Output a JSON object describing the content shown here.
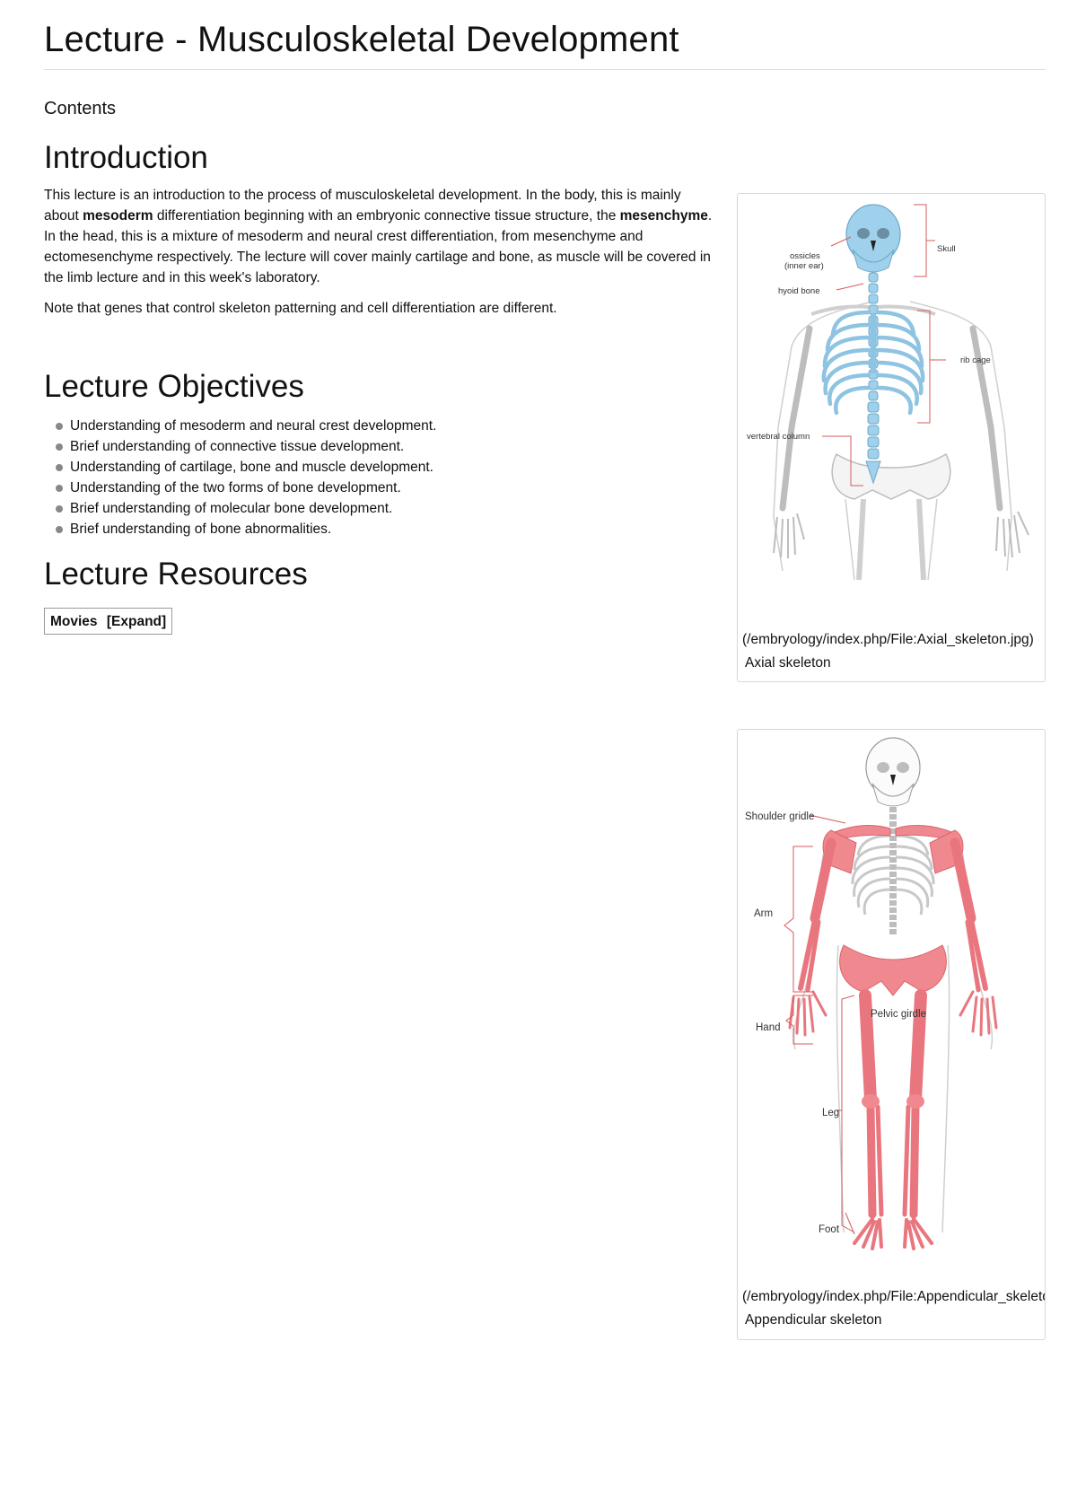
{
  "page": {
    "title": "Lecture - Musculoskeletal Development",
    "contents_label": "Contents"
  },
  "introduction": {
    "heading": "Introduction",
    "p1": {
      "t1": "This lecture is an introduction to the process of musculoskeletal development. In the body, this is mainly about ",
      "b1": "mesoderm",
      "t2": " differentiation beginning with an embryonic connective tissue structure, the ",
      "b2": "mesenchyme",
      "t3": ". In the head, this is a mixture of mesoderm and neural crest differentiation, from mesenchyme and ectomesenchyme respectively. The lecture will cover mainly cartilage and bone, as muscle will be covered in the limb lecture and in this week's laboratory."
    },
    "p2": "Note that genes that control skeleton patterning and cell differentiation are different."
  },
  "objectives": {
    "heading": "Lecture Objectives",
    "items": [
      "Understanding of mesoderm and neural crest development.",
      "Brief understanding of connective tissue development.",
      "Understanding of cartilage, bone and muscle development.",
      "Understanding of the two forms of bone development.",
      "Brief understanding of molecular bone development.",
      "Brief understanding of bone abnormalities."
    ]
  },
  "resources": {
    "heading": "Lecture Resources",
    "movies_label": "Movies",
    "expand_label": "[Expand]"
  },
  "figures": {
    "axial": {
      "link": "(/embryology/index.php/File:Axial_skeleton.jpg)",
      "caption": "Axial skeleton",
      "labels": {
        "skull": "Skull",
        "ossicles": "ossicles",
        "inner_ear": "(inner ear)",
        "hyoid": "hyoid bone",
        "rib_cage": "rib cage",
        "vertebral": "vertebral column"
      },
      "highlight_color": "#9fd0ec"
    },
    "appendicular": {
      "link": "(/embryology/index.php/File:Appendicular_skeleton.jpg)",
      "caption": "Appendicular skeleton",
      "labels": {
        "shoulder": "Shoulder gridle",
        "arm": "Arm",
        "hand": "Hand",
        "pelvic": "Pelvic girdle",
        "leg": "Leg",
        "foot": "Foot"
      },
      "highlight_color": "#f0888f"
    }
  }
}
